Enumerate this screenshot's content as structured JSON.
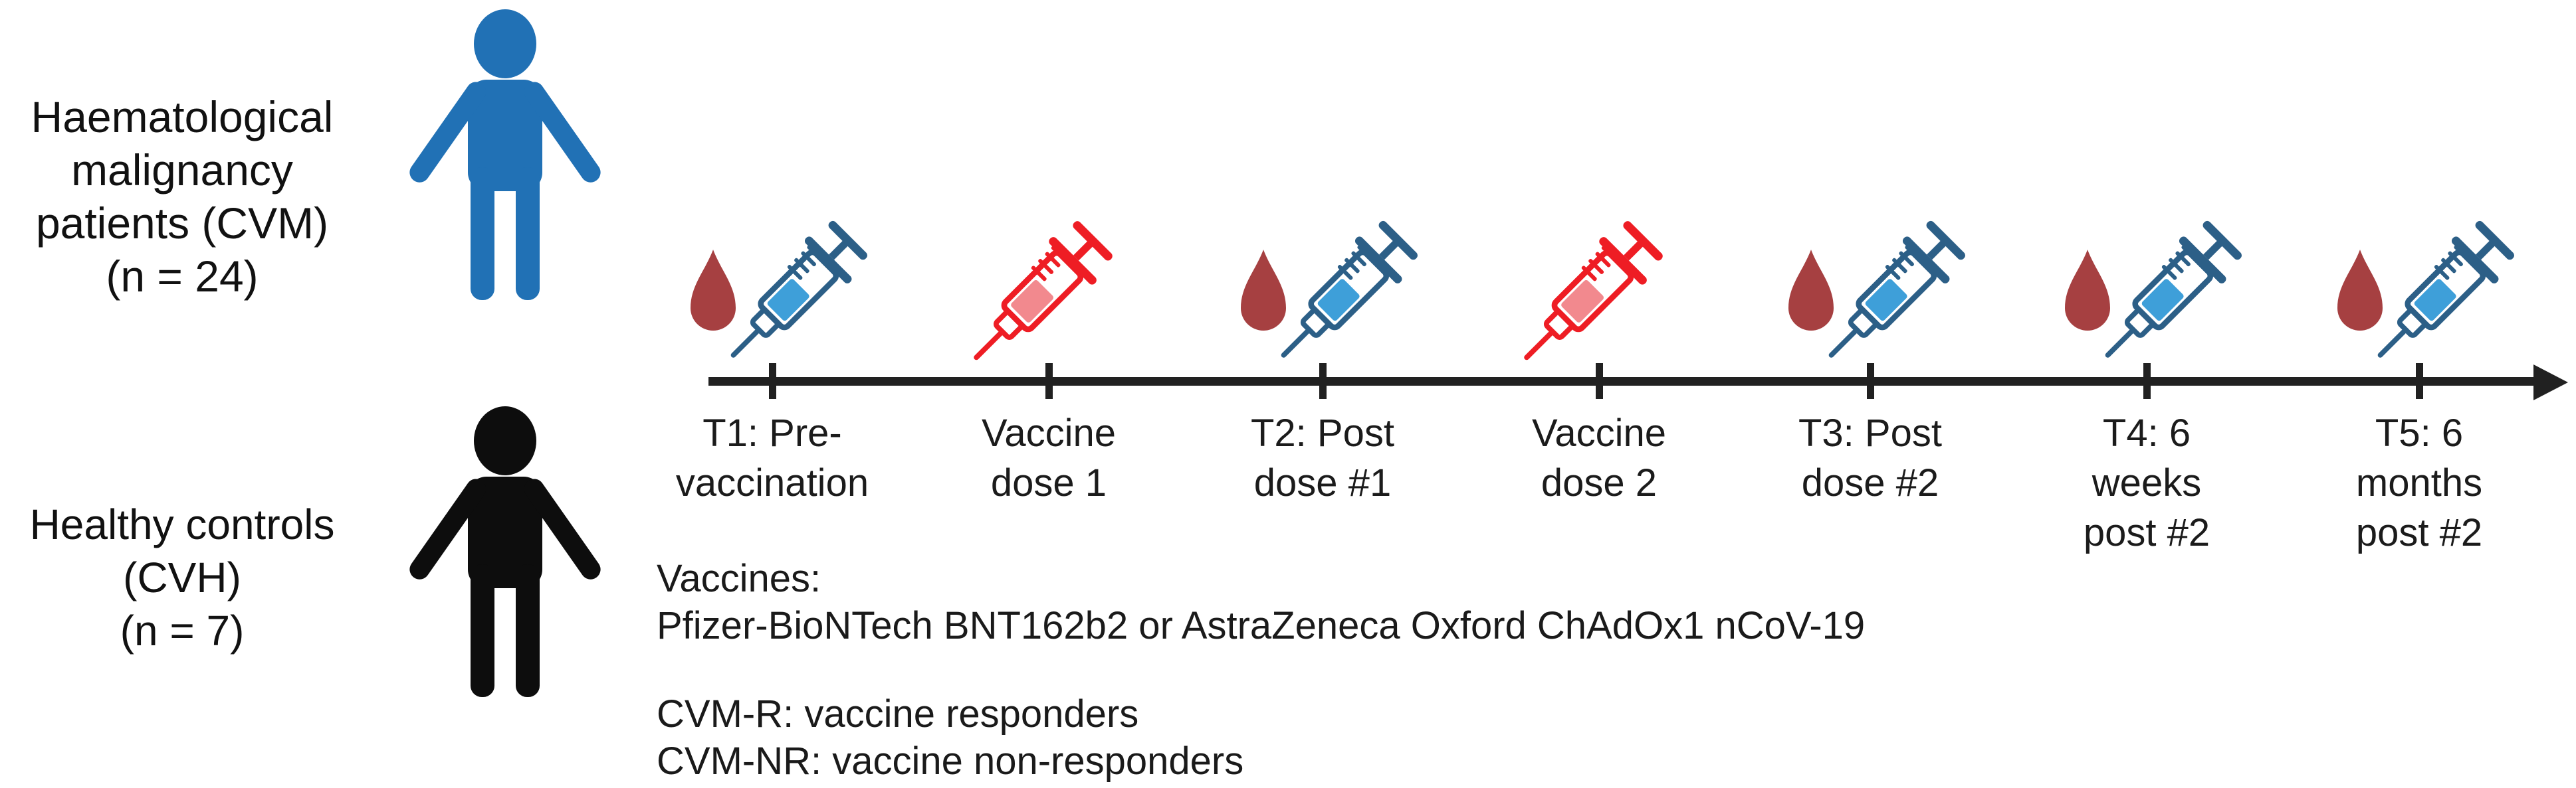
{
  "groups": {
    "cvm": {
      "lines": [
        "Haematological",
        "malignancy",
        "patients (CVM)",
        "(n = 24)"
      ],
      "icon": "person-icon",
      "color": "#2171B5"
    },
    "cvh": {
      "lines": [
        "Healthy controls",
        "(CVH)",
        "(n = 7)"
      ],
      "icon": "person-icon",
      "color": "#0D0D0D"
    }
  },
  "timeline": {
    "axis_color": "#212121",
    "stations": [
      {
        "type": "sample",
        "icons": [
          "blood-drop-icon",
          "syringe-icon"
        ],
        "label_lines": [
          "T1: Pre-",
          "vaccination"
        ]
      },
      {
        "type": "dose",
        "icons": [
          "syringe-icon"
        ],
        "label_lines": [
          "Vaccine",
          "dose 1"
        ]
      },
      {
        "type": "sample",
        "icons": [
          "blood-drop-icon",
          "syringe-icon"
        ],
        "label_lines": [
          "T2: Post",
          "dose #1"
        ]
      },
      {
        "type": "dose",
        "icons": [
          "syringe-icon"
        ],
        "label_lines": [
          "Vaccine",
          "dose 2"
        ]
      },
      {
        "type": "sample",
        "icons": [
          "blood-drop-icon",
          "syringe-icon"
        ],
        "label_lines": [
          "T3: Post",
          "dose #2"
        ]
      },
      {
        "type": "sample",
        "icons": [
          "blood-drop-icon",
          "syringe-icon"
        ],
        "label_lines": [
          "T4: 6",
          "weeks",
          "post #2"
        ]
      },
      {
        "type": "sample",
        "icons": [
          "blood-drop-icon",
          "syringe-icon"
        ],
        "label_lines": [
          "T5: 6",
          "months",
          "post #2"
        ]
      }
    ]
  },
  "notes": {
    "vaccines_heading": "Vaccines:",
    "vaccines_detail": "Pfizer-BioNTech BNT162b2 or AstraZeneca Oxford ChAdOx1 nCoV-19",
    "cvm_r": "CVM-R: vaccine responders",
    "cvm_nr": "CVM-NR: vaccine non-responders"
  },
  "colors": {
    "cvm_person": "#2171B5",
    "cvh_person": "#0D0D0D",
    "blood_drop": "#A64041",
    "sample_syringe_outline": "#2C5F87",
    "sample_syringe_fill": "#3E9FD9",
    "dose_syringe_outline": "#EE1D24",
    "dose_syringe_fill": "#F2898E",
    "timeline_axis": "#212121",
    "text": "#1A1A1A"
  }
}
